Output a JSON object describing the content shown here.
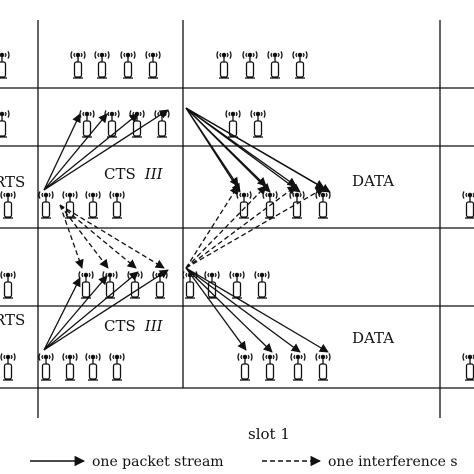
{
  "diagram": {
    "row_labels": [
      {
        "id": "rts-1",
        "text": "RTS"
      },
      {
        "id": "cts-1",
        "text": "CTS",
        "suffix": "III"
      },
      {
        "id": "data-1",
        "text": "DATA"
      },
      {
        "id": "rts-2",
        "text": "RTS"
      },
      {
        "id": "cts-2",
        "text": "CTS",
        "suffix": "III"
      },
      {
        "id": "data-2",
        "text": "DATA"
      }
    ],
    "slot_label": "slot 1",
    "legend": {
      "solid": "one packet stream",
      "dashed": "one interference s"
    },
    "icon": "antenna-station-icon"
  }
}
